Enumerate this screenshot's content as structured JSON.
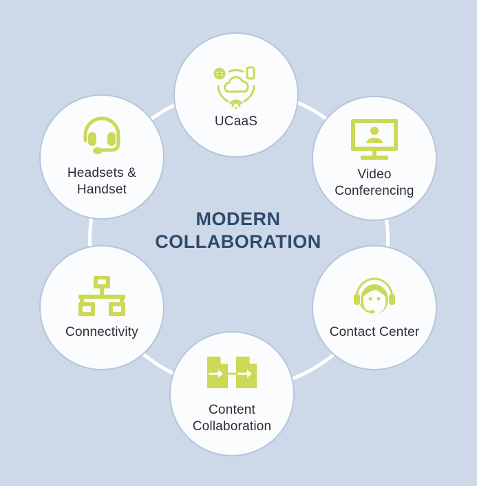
{
  "title": {
    "line1": "MODERN",
    "line2": "COLLABORATION"
  },
  "colors": {
    "background": "#cdd9e8",
    "ring": "#ffffff",
    "node_fill": "#fbfcfe",
    "node_border": "#b3c6dc",
    "icon_accent": "#cbd956",
    "title": "#2e4a6b",
    "label": "#2a2d33"
  },
  "nodes": [
    {
      "label": "UCaaS",
      "icon": "cloud-network-icon"
    },
    {
      "label": "Video Conferencing",
      "line1": "Video",
      "line2": "Conferencing",
      "icon": "video-monitor-icon"
    },
    {
      "label": "Contact Center",
      "icon": "agent-headset-icon"
    },
    {
      "label": "Content Collaboration",
      "line1": "Content",
      "line2": "Collaboration",
      "icon": "document-transfer-icon"
    },
    {
      "label": "Connectivity",
      "icon": "network-topology-icon"
    },
    {
      "label": "Headsets & Handset",
      "line1": "Headsets &",
      "line2": "Handset",
      "icon": "headset-icon"
    }
  ]
}
